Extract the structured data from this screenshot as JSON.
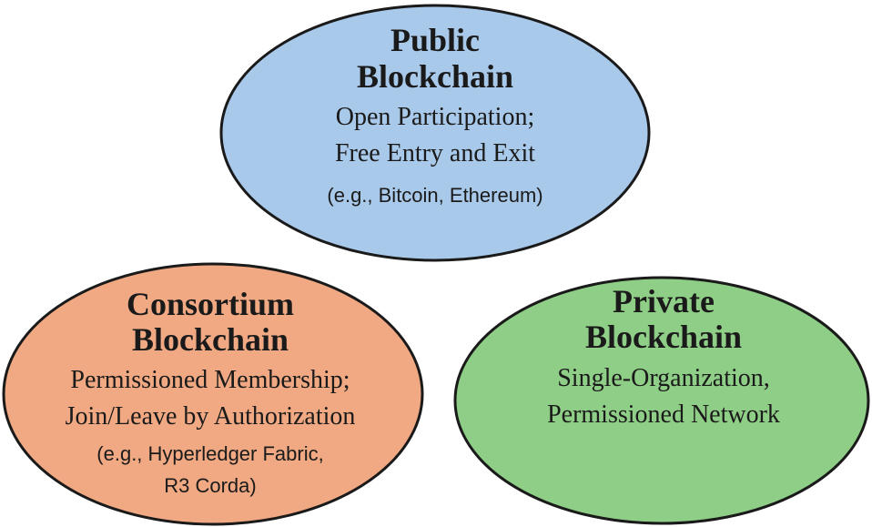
{
  "colors": {
    "public_fill": "#a9c9ea",
    "consortium_fill": "#f0a983",
    "private_fill": "#8fce86",
    "outline": "#1a1a1a"
  },
  "public": {
    "title_line1": "Public",
    "title_line2": "Blockchain",
    "desc_line1": "Open Participation;",
    "desc_line2": "Free Entry and Exit",
    "example": "(e.g., Bitcoin, Ethereum)"
  },
  "consortium": {
    "title_line1": "Consortium",
    "title_line2": "Blockchain",
    "desc_line1": "Permissioned Membership;",
    "desc_line2": "Join/Leave by Authorization",
    "example_line1": "(e.g., Hyperledger Fabric,",
    "example_line2": "R3 Corda)"
  },
  "private": {
    "title_line1": "Private",
    "title_line2": "Blockchain",
    "desc_line1": "Single-Organization,",
    "desc_line2": "Permissioned Network"
  }
}
